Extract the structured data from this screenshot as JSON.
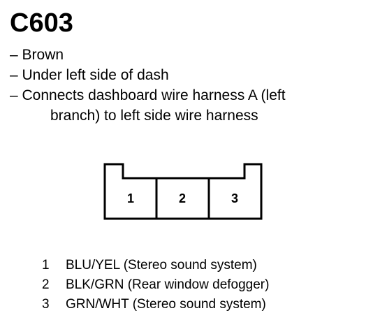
{
  "connector": {
    "id": "C603",
    "description": [
      "– Brown",
      "– Under left side of dash",
      "– Connects dashboard wire harness A (left",
      "branch) to left side wire harness"
    ],
    "cavities": [
      "1",
      "2",
      "3"
    ]
  },
  "pins": [
    {
      "number": "1",
      "text": "BLU/YEL (Stereo sound system)"
    },
    {
      "number": "2",
      "text": "BLK/GRN (Rear window defogger)"
    },
    {
      "number": "3",
      "text": "GRN/WHT (Stereo sound system)"
    }
  ]
}
